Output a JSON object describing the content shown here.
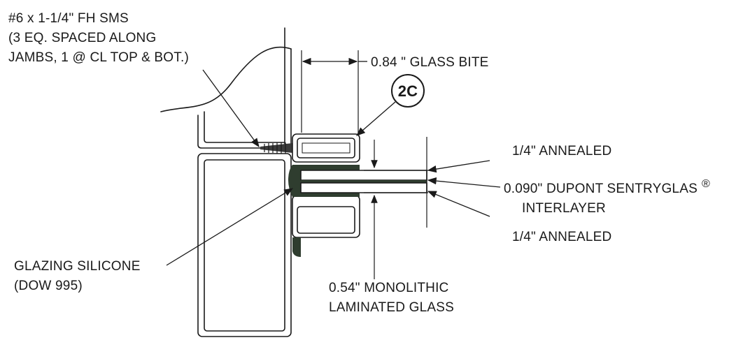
{
  "labels": {
    "screw_line1": "#6 x 1-1/4\" FH SMS",
    "screw_line2": "(3 EQ. SPACED ALONG",
    "screw_line3": "JAMBS, 1 @ CL TOP & BOT.)",
    "glass_bite": "0.84 \" GLASS BITE",
    "detail_tag": "2C",
    "annealed_top": "1/4\" ANNEALED",
    "interlayer_line1": "0.090\" DUPONT SENTRYGLAS",
    "interlayer_reg": "®",
    "interlayer_line2": "INTERLAYER",
    "annealed_bottom": "1/4\" ANNEALED",
    "silicone_line1": "GLAZING SILICONE",
    "silicone_line2": "(DOW 995)",
    "glass_line1": "0.54\" MONOLITHIC",
    "glass_line2": "LAMINATED GLASS"
  },
  "colors": {
    "line": "#1a1a1a",
    "silicone": "#2f3d2f",
    "background": "#ffffff"
  }
}
